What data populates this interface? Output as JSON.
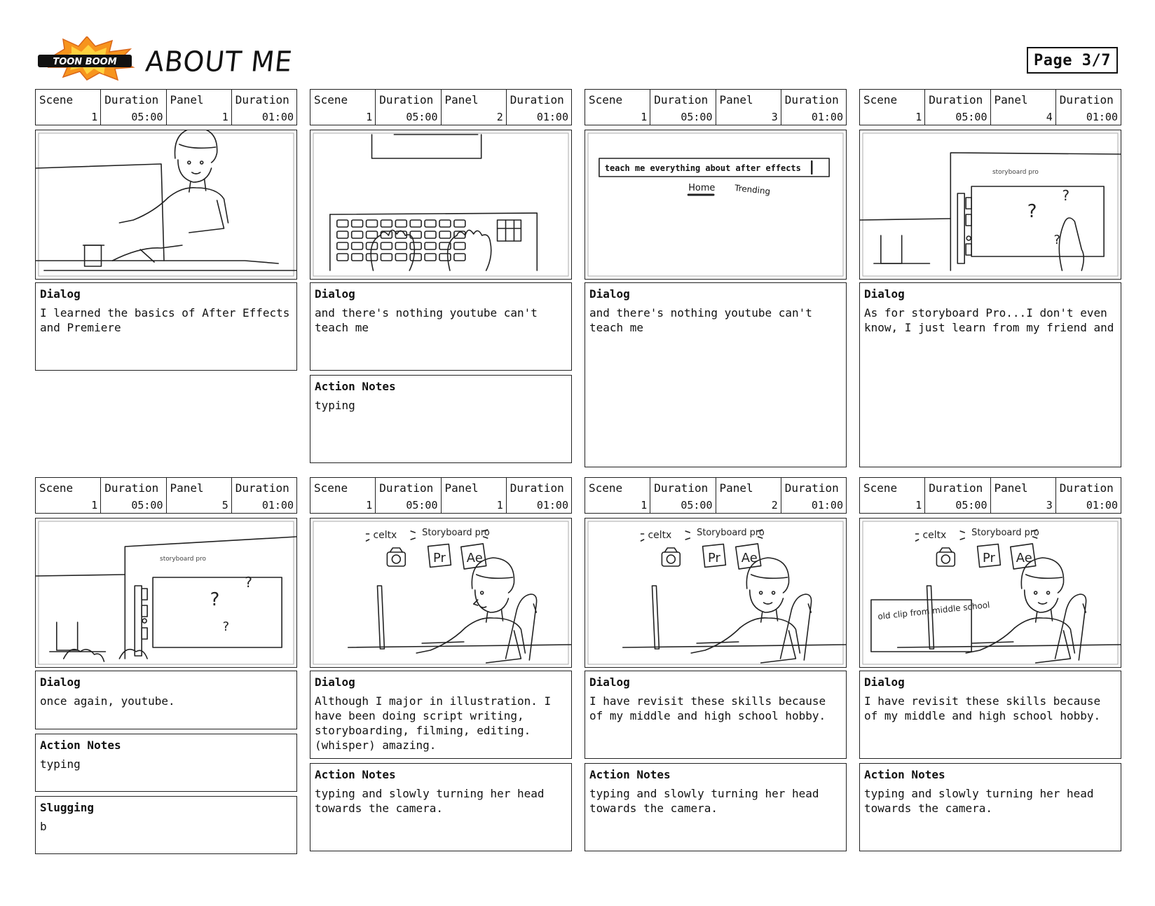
{
  "header": {
    "logo_text": "TOON BOOM",
    "title": "ABOUT ME",
    "page": "Page 3/7"
  },
  "labels": {
    "scene": "Scene",
    "duration": "Duration",
    "panel": "Panel",
    "dialog": "Dialog",
    "action_notes": "Action Notes",
    "slugging": "Slugging"
  },
  "panels": [
    {
      "scene": "1",
      "scene_duration": "05:00",
      "panel": "1",
      "panel_duration": "01:00",
      "sketch": "girl-at-computer",
      "dialog": "I learned the basics of After Effects and Premiere"
    },
    {
      "scene": "1",
      "scene_duration": "05:00",
      "panel": "2",
      "panel_duration": "01:00",
      "sketch": "hands-typing-keyboard",
      "dialog": "and there's nothing youtube can't teach me",
      "action_notes": "typing"
    },
    {
      "scene": "1",
      "scene_duration": "05:00",
      "panel": "3",
      "panel_duration": "01:00",
      "sketch": "search-bar-screen",
      "screen_search": "teach me everything about after effects",
      "screen_tab_home": "Home",
      "screen_tab_trending": "Trending",
      "dialog": "and there's nothing youtube can't teach me"
    },
    {
      "scene": "1",
      "scene_duration": "05:00",
      "panel": "4",
      "panel_duration": "01:00",
      "sketch": "storyboard-pro-screen",
      "screen_label": "storyboard pro",
      "dialog": "As for storyboard Pro...I don't even know, I just learn from my friend and"
    },
    {
      "scene": "1",
      "scene_duration": "05:00",
      "panel": "5",
      "panel_duration": "01:00",
      "sketch": "storyboard-pro-screen-wide",
      "screen_label": "storyboard pro",
      "dialog": "once again, youtube.",
      "action_notes": "typing",
      "slugging": "b"
    },
    {
      "scene": "1",
      "scene_duration": "05:00",
      "panel": "1",
      "panel_duration": "01:00",
      "sketch": "girl-with-app-icons",
      "bubble_celtx": "celtx",
      "bubble_storyboard": "Storyboard pro",
      "icon_pr": "Pr",
      "icon_ae": "Ae",
      "dialog": "Although I major in illustration. I have been doing script writing, storyboarding, filming, editing. (whisper) amazing.",
      "action_notes": "typing and slowly turning her head towards the camera."
    },
    {
      "scene": "1",
      "scene_duration": "05:00",
      "panel": "2",
      "panel_duration": "01:00",
      "sketch": "girl-with-app-icons-facing",
      "bubble_celtx": "celtx",
      "bubble_storyboard": "Storyboard pro",
      "icon_pr": "Pr",
      "icon_ae": "Ae",
      "dialog": "I have revisit these skills because of my middle and high school hobby.",
      "action_notes": "typing and slowly turning her head towards the camera."
    },
    {
      "scene": "1",
      "scene_duration": "05:00",
      "panel": "3",
      "panel_duration": "01:00",
      "sketch": "girl-with-old-clip",
      "bubble_celtx": "celtx",
      "bubble_storyboard": "Storyboard pro",
      "icon_pr": "Pr",
      "icon_ae": "Ae",
      "screen_note": "old clip from middle school",
      "dialog": "I have revisit these skills because of my middle and high school hobby.",
      "action_notes": "typing and slowly turning her head towards the camera."
    }
  ]
}
